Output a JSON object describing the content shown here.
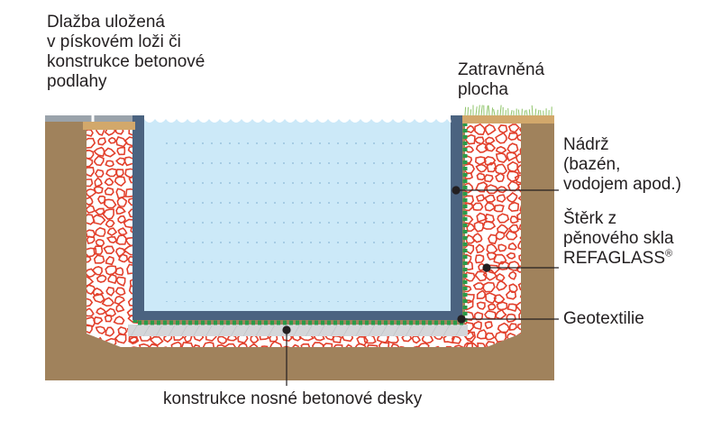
{
  "labels": {
    "paving": [
      "Dlažba uložená",
      "v pískovém loži či",
      "konstrukce betonové",
      "podlahy"
    ],
    "grass": [
      "Zatravněná",
      "plocha"
    ],
    "tank": [
      "Nádrž",
      "(bazén,",
      "vodojem apod.)"
    ],
    "gravel": [
      "Štěrk z",
      "pěnového skla",
      "REFAGLASS"
    ],
    "gravel_mark": "®",
    "geotextile": "Geotextilie",
    "slab": "konstrukce nosné betonové desky"
  },
  "colors": {
    "soil": "#a0825c",
    "gravel_fill": "#ffffff",
    "gravel_stroke": "#e2402c",
    "tank_wall": "#4b6380",
    "geotextile": "#2a9a4a",
    "water": "#cce9f8",
    "water_dots": "#8ab6d6",
    "paving": "#9aa3ab",
    "sand": "#d2a86b",
    "grass": "#8fc46a",
    "slab": "#d4d6d9",
    "leader": "#231f20"
  }
}
